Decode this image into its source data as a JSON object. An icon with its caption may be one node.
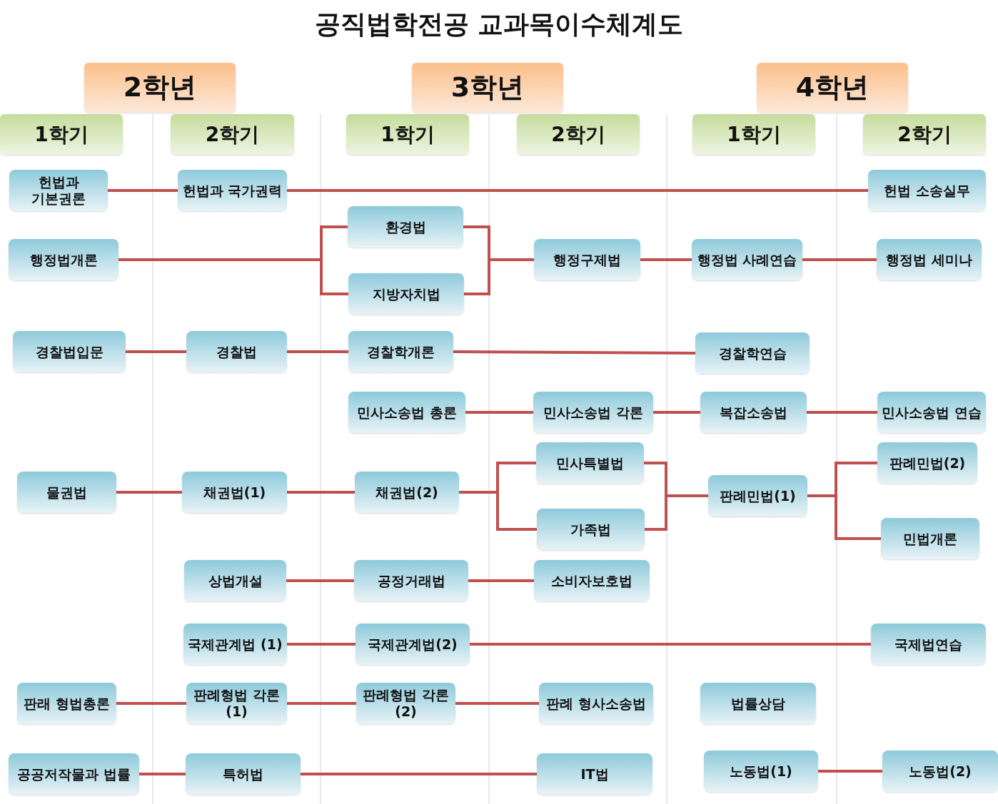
{
  "diagram": {
    "title": "공직법학전공 교과목이수체계도",
    "nodes": [
      {
        "text": [
          "2학년"
        ]
      },
      {
        "text": [
          "3학년"
        ]
      },
      {
        "text": [
          "4학년"
        ]
      },
      {
        "text": [
          "1학기"
        ]
      },
      {
        "text": [
          "2학기"
        ]
      },
      {
        "text": [
          "1학기"
        ]
      },
      {
        "text": [
          "2학기"
        ]
      },
      {
        "text": [
          "1학기"
        ]
      },
      {
        "text": [
          "2학기"
        ]
      },
      {
        "text": [
          "헌법과 기본권론"
        ]
      },
      {
        "text": [
          "헌법과 국가권력"
        ]
      },
      {
        "text": [
          "헌법 소송실무"
        ]
      },
      {
        "text": [
          "행정법개론"
        ]
      },
      {
        "text": [
          "환경법"
        ]
      },
      {
        "text": [
          "지방자치법"
        ]
      },
      {
        "text": [
          "행정구제법"
        ]
      },
      {
        "text": [
          "행정법 사례연습"
        ]
      },
      {
        "text": [
          "행정법 세미나"
        ]
      },
      {
        "text": [
          "경찰법입문"
        ]
      },
      {
        "text": [
          "경찰법"
        ]
      },
      {
        "text": [
          "경찰학개론"
        ]
      },
      {
        "text": [
          "경찰학연습"
        ]
      },
      {
        "text": [
          "민사소송법 총론"
        ]
      },
      {
        "text": [
          "민사소송법 각론"
        ]
      },
      {
        "text": [
          "복잡소송법"
        ]
      },
      {
        "text": [
          "민사소송법 연습"
        ]
      },
      {
        "text": [
          "물권법"
        ]
      },
      {
        "text": [
          "채권법(1)"
        ]
      },
      {
        "text": [
          "채권법(2)"
        ]
      },
      {
        "text": [
          "민사특별법"
        ]
      },
      {
        "text": [
          "가족법"
        ]
      },
      {
        "text": [
          "판례민법(1)"
        ]
      },
      {
        "text": [
          "판례민법(2)"
        ]
      },
      {
        "text": [
          "민법개론"
        ]
      },
      {
        "text": [
          "상법개설"
        ]
      },
      {
        "text": [
          "공정거래법"
        ]
      },
      {
        "text": [
          "소비자보호법"
        ]
      },
      {
        "text": [
          "국제관계법 (1)"
        ]
      },
      {
        "text": [
          "국제관계법(2)"
        ]
      },
      {
        "text": [
          "국제법연습"
        ]
      },
      {
        "text": [
          "판래 형법총론"
        ]
      },
      {
        "text": [
          "판례형법 각론(1)"
        ]
      },
      {
        "text": [
          "판례형법 각론(2)"
        ]
      },
      {
        "text": [
          "판례 형사소송법"
        ]
      },
      {
        "text": [
          "법률상담"
        ]
      },
      {
        "text": [
          "공공저작물과 법률"
        ]
      },
      {
        "text": [
          "특허법"
        ]
      },
      {
        "text": [
          "IT법"
        ]
      },
      {
        "text": [
          "노동법(1)"
        ]
      },
      {
        "text": [
          "노동법(2)"
        ]
      }
    ],
    "edges": [
      {
        "from": 9,
        "to": 10,
        "arrow": "none"
      },
      {
        "from": 10,
        "to": 11,
        "arrow": "none"
      },
      {
        "from": 12,
        "to": 13,
        "arrow": "none"
      },
      {
        "from": 12,
        "to": 14,
        "arrow": "none"
      },
      {
        "from": 13,
        "to": 15,
        "arrow": "none"
      },
      {
        "from": 14,
        "to": 15,
        "arrow": "none"
      },
      {
        "from": 15,
        "to": 16,
        "arrow": "none"
      },
      {
        "from": 16,
        "to": 17,
        "arrow": "none"
      },
      {
        "from": 18,
        "to": 19,
        "arrow": "none"
      },
      {
        "from": 19,
        "to": 20,
        "arrow": "none"
      },
      {
        "from": 20,
        "to": 21,
        "arrow": "none"
      },
      {
        "from": 22,
        "to": 23,
        "arrow": "none"
      },
      {
        "from": 23,
        "to": 24,
        "arrow": "none"
      },
      {
        "from": 24,
        "to": 25,
        "arrow": "none"
      },
      {
        "from": 26,
        "to": 27,
        "arrow": "none"
      },
      {
        "from": 27,
        "to": 28,
        "arrow": "none"
      },
      {
        "from": 28,
        "to": 29,
        "arrow": "none"
      },
      {
        "from": 28,
        "to": 30,
        "arrow": "none"
      },
      {
        "from": 29,
        "to": 31,
        "arrow": "none"
      },
      {
        "from": 30,
        "to": 31,
        "arrow": "none"
      },
      {
        "from": 31,
        "to": 32,
        "arrow": "none"
      },
      {
        "from": 31,
        "to": 33,
        "arrow": "none"
      },
      {
        "from": 34,
        "to": 35,
        "arrow": "none"
      },
      {
        "from": 35,
        "to": 36,
        "arrow": "none"
      },
      {
        "from": 37,
        "to": 38,
        "arrow": "none"
      },
      {
        "from": 38,
        "to": 39,
        "arrow": "none"
      },
      {
        "from": 40,
        "to": 41,
        "arrow": "none"
      },
      {
        "from": 41,
        "to": 42,
        "arrow": "none"
      },
      {
        "from": 42,
        "to": 43,
        "arrow": "none"
      },
      {
        "from": 45,
        "to": 46,
        "arrow": "none"
      },
      {
        "from": 46,
        "to": 47,
        "arrow": "none"
      },
      {
        "from": 48,
        "to": 49,
        "arrow": "none"
      }
    ]
  }
}
